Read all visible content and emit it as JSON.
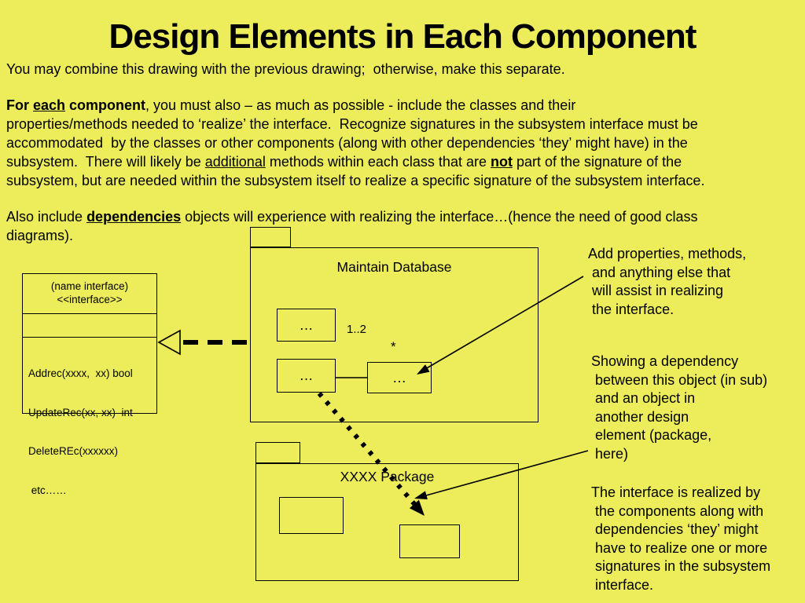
{
  "colors": {
    "background": "#EDED5C",
    "ink": "#000000"
  },
  "title": "Design Elements in Each Component",
  "paragraphs": {
    "intro": "You may combine this drawing with the previous drawing;  otherwise, make this separate.",
    "p2": [
      "For ",
      "each",
      " component",
      ", you must also – as much as possible - include the classes and their\nproperties/methods needed to ‘realize’ the interface.  Recognize signatures in the subsystem interface must be\naccommodated  by the classes or other components (along with other dependencies ‘they’ might have) in the\nsubsystem.  There will likely be ",
      "additional",
      " methods within each class that are ",
      "not",
      " part of the signature of the\nsubsystem, but are needed within the subsystem itself to realize a specific signature of the subsystem interface."
    ],
    "p3": [
      "Also include ",
      "dependencies",
      " objects will experience with realizing the interface…(hence the need of good class\ndiagrams)."
    ]
  },
  "interface_box": {
    "header1": "(name interface)",
    "header2": "<<interface>>",
    "methods": [
      "Addrec(xxxx,  xx) bool",
      "UpdateRec(xx, xx)  int",
      "DeleteREc(xxxxxx)",
      " etc……"
    ]
  },
  "maintain_db": {
    "label": "Maintain Database",
    "mult_upper": "1..2",
    "mult_star": "*",
    "box_top": "…",
    "box_left": "…",
    "box_right": "…"
  },
  "xxxx_package": {
    "label": "XXXX Package"
  },
  "annotations": {
    "add_properties": "Add properties, methods,\n and anything else that\n will assist in realizing\n the interface.",
    "dependency": "Showing a dependency\n between this object (in sub)\n and an object in\n another design\n element (package,\n here)",
    "realized": "The interface is realized by\n the components along with\n dependencies ‘they’ might\n have to realize one or more\n signatures in the subsystem\n interface."
  }
}
